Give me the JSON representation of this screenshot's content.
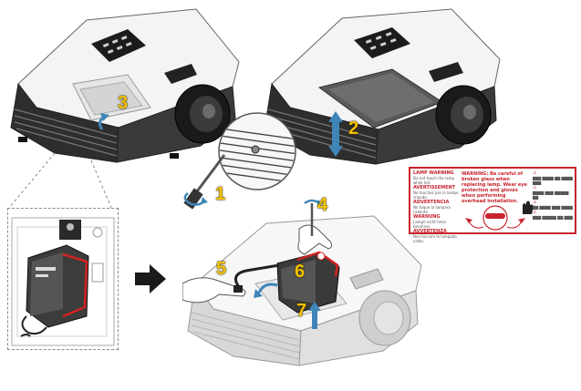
{
  "steps": {
    "s1": "1",
    "s2": "2",
    "s3": "3",
    "s4": "4",
    "s5": "5",
    "s6": "6",
    "s7": "7"
  },
  "warning_label": {
    "col1": [
      {
        "head": "LAMP WARNING",
        "body": "Do not touch the lamp while hot."
      },
      {
        "head": "AVERTISSEMENT",
        "body": "Ne touchez pas la lampe chaude."
      },
      {
        "head": "ADVERTENCIA",
        "body": "No toque la lampara caliente."
      },
      {
        "head": "WARNUNG",
        "body": "Lampe nicht heiss beruhren."
      },
      {
        "head": "AVVERTENZA",
        "body": "Non toccare la lampada calda."
      }
    ],
    "headline": "WARNING: Be careful of broken glass when replacing lamp. Wear eye protection and gloves when performing overhead installation."
  },
  "colors": {
    "step_number": "#f2c200",
    "warning_red": "#c8232c",
    "arrow_blue": "#3f86b8",
    "cable_red": "#d32222"
  },
  "icons": [
    "rotate-arrow-icon",
    "screwdriver-icon",
    "lift-arrow-icon",
    "direction-arrow-icon",
    "warning-triangle-icon"
  ]
}
